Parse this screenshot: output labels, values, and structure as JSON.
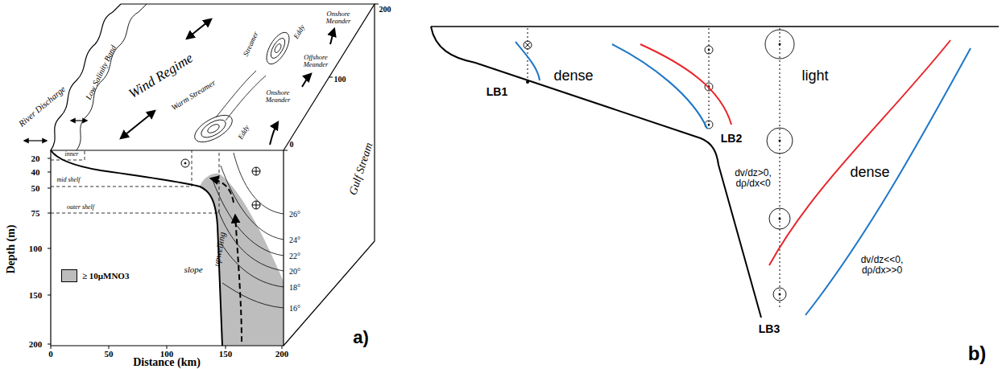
{
  "diagram": {
    "labels": [
      "River Discharge",
      "Low Salinity Band",
      "Wind Regime",
      "Warm Streamer",
      "Streamer",
      "Eddy",
      "Onshore Meander",
      "Offshore Meander",
      "Eddy",
      "Onshore Meander",
      "Gulf Stream",
      "inner",
      "mid shelf",
      "outer shelf",
      "slope",
      "upwelling",
      "26°",
      "24°",
      "22°",
      "20°",
      "18°",
      "16°",
      "20",
      "40",
      "50",
      "75",
      "100",
      "150",
      "200",
      "Depth (m)",
      "0",
      "50",
      "100",
      "150",
      "200",
      "Distance (km)",
      "0",
      "100",
      "200",
      "a)",
      "dense",
      "light",
      "dense",
      "LB1",
      "LB2",
      "LB3",
      "dv/dz>0, dρ/dx<0",
      "dv/dz<<0, dρ/dx>>0",
      "b)"
    ],
    "legend": [
      {
        "text": "≥ 10μMNO3",
        "color": "#bdbdbd"
      }
    ]
  }
}
